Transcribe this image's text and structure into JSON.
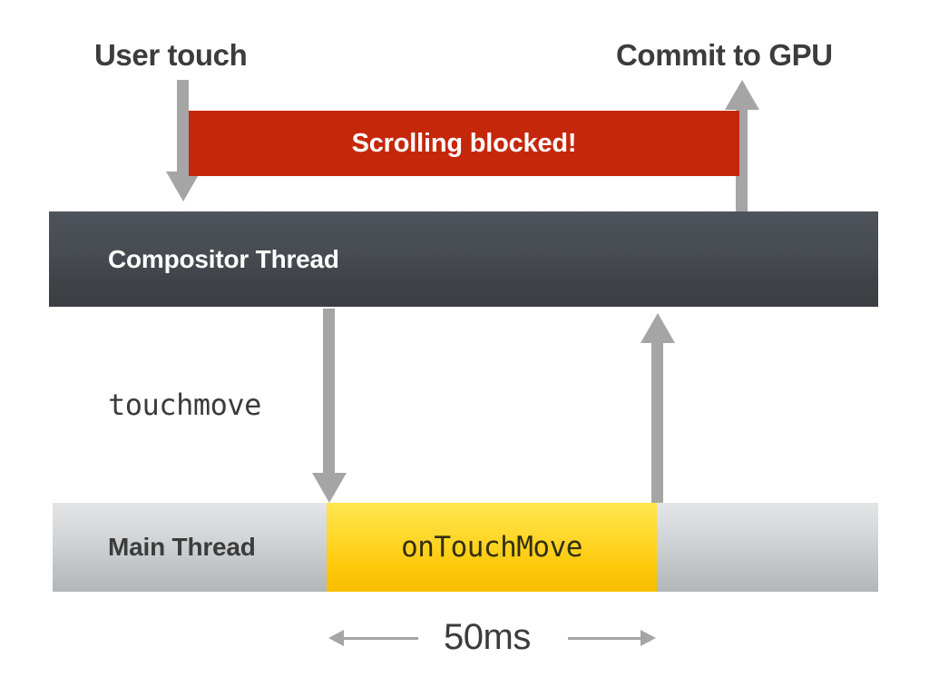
{
  "diagram": {
    "title_labels": {
      "user_touch": "User touch",
      "commit_to_gpu": "Commit to GPU"
    },
    "banner": {
      "label": "Scrolling blocked!",
      "color": "#c5270a",
      "text_color": "#ffffff"
    },
    "threads": [
      {
        "id": "compositor-thread",
        "label": "Compositor Thread",
        "color": "#454a51",
        "text_color": "#ffffff"
      },
      {
        "id": "main-thread",
        "label": "Main Thread",
        "color": "#cdd0d3",
        "text_color": "#3c3c3c"
      }
    ],
    "events": {
      "touchmove": "touchmove",
      "on_touch_move": "onTouchMove",
      "on_touch_move_color": "#ffd22e"
    },
    "duration": {
      "label": "50ms",
      "value": 50,
      "unit": "ms"
    },
    "arrows": {
      "user_touch_down": "arrow-down",
      "commit_to_gpu_up": "arrow-up",
      "touchmove_down": "arrow-down",
      "return_up": "arrow-up",
      "color": "#a5a5a5"
    }
  }
}
